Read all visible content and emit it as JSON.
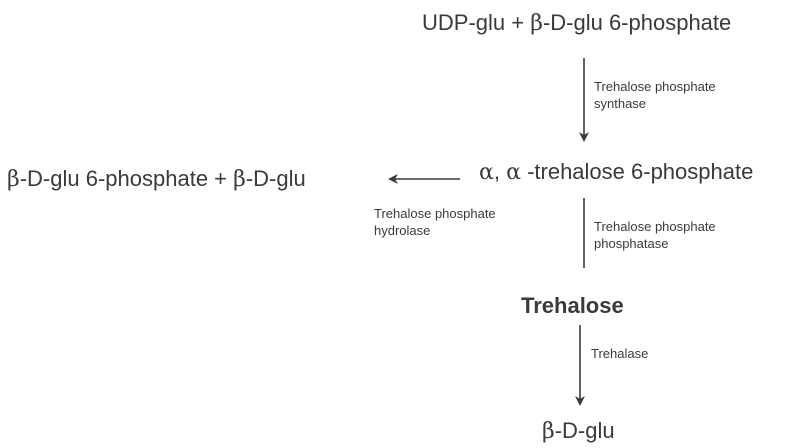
{
  "nodes": {
    "top": {
      "prefix": "UDP-glu + ",
      "greek1": "β",
      "suffix": "-D-glu 6-phosphate"
    },
    "middle": {
      "greek1": "α",
      "mid": ", ",
      "greek2": "α",
      "suffix": " -trehalose 6-phosphate"
    },
    "left": {
      "greek1": "β",
      "part1": "-D-glu 6-phosphate + ",
      "greek2": "β",
      "part2": "-D-glu"
    },
    "trehalose": {
      "label": "Trehalose"
    },
    "bottom": {
      "greek1": "β",
      "suffix": "-D-glu"
    }
  },
  "enzymes": {
    "synthase": {
      "line1": "Trehalose phosphate",
      "line2": "synthase"
    },
    "hydrolase": {
      "line1": "Trehalose phosphate",
      "line2": "hydrolase"
    },
    "phosphatase": {
      "line1": "Trehalose phosphate",
      "line2": "phosphatase"
    },
    "trehalase": {
      "line1": "Trehalase"
    }
  },
  "colors": {
    "text": "#3a3a3a",
    "arrow": "#3a3a3a",
    "background": "#ffffff"
  }
}
